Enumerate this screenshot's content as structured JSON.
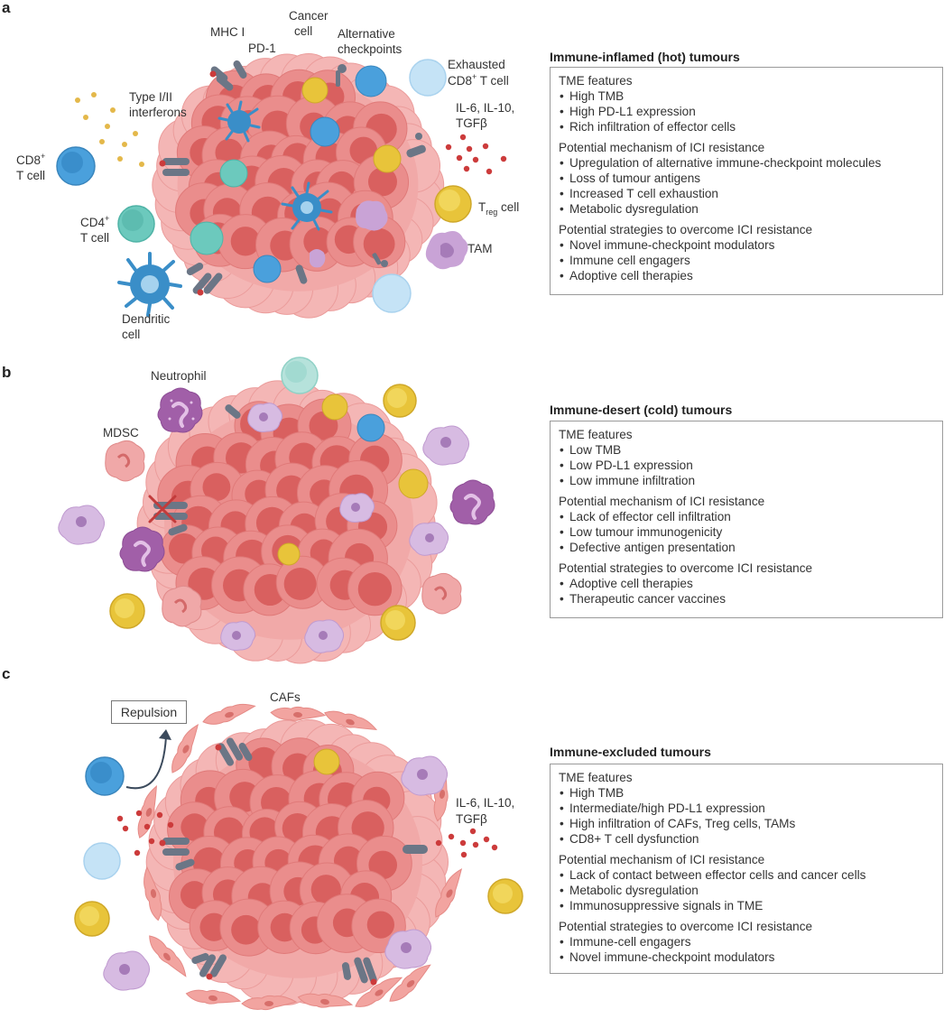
{
  "panels": [
    {
      "letter": "a",
      "title": "Immune-inflamed (hot) tumours",
      "labels": {
        "mhc": "MHC I",
        "pd1": "PD-1",
        "cancer_1": "Cancer",
        "cancer_2": "cell",
        "alt_1": "Alternative",
        "alt_2": "checkpoints",
        "exh_1": "Exhausted",
        "exh_2a": "CD8",
        "exh_sup": "+",
        "exh_2b": " T cell",
        "ifn_1": "Type I/II",
        "ifn_2": "interferons",
        "il_1": "IL-6, IL-10,",
        "il_2": "TGFβ",
        "cd8_a": "CD8",
        "cd8_sup": "+",
        "cd8_2": "T cell",
        "treg_t": "T",
        "treg_sub": "reg",
        "treg_cell": " cell",
        "cd4_a": "CD4",
        "cd4_sup": "+",
        "cd4_2": "T cell",
        "tam": "TAM",
        "dc_1": "Dendritic",
        "dc_2": "cell"
      },
      "groups": [
        {
          "heading": "TME features",
          "items": [
            "High TMB",
            "High PD-L1 expression",
            "Rich infiltration of effector cells"
          ]
        },
        {
          "heading": "Potential mechanism of ICI resistance",
          "items": [
            "Upregulation of alternative immune-checkpoint molecules",
            "Loss of tumour antigens",
            "Increased T cell exhaustion",
            "Metabolic dysregulation"
          ]
        },
        {
          "heading": "Potential strategies to overcome ICI resistance",
          "items": [
            "Novel immune-checkpoint modulators",
            "Immune cell engagers",
            "Adoptive cell therapies"
          ]
        }
      ]
    },
    {
      "letter": "b",
      "title": "Immune-desert (cold) tumours",
      "labels": {
        "neutrophil": "Neutrophil",
        "mdsc": "MDSC"
      },
      "groups": [
        {
          "heading": "TME features",
          "items": [
            "Low TMB",
            "Low PD-L1 expression",
            "Low immune infiltration"
          ]
        },
        {
          "heading": "Potential mechanism of ICI resistance",
          "items": [
            "Lack of effector cell infiltration",
            "Low tumour immunogenicity",
            "Defective antigen presentation"
          ]
        },
        {
          "heading": "Potential strategies to overcome ICI resistance",
          "items": [
            "Adoptive cell therapies",
            " Therapeutic cancer vaccines"
          ]
        }
      ]
    },
    {
      "letter": "c",
      "title": "Immune-excluded tumours",
      "labels": {
        "cafs": "CAFs",
        "repulsion": "Repulsion",
        "il_1": "IL-6, IL-10,",
        "il_2": "TGFβ"
      },
      "groups": [
        {
          "heading": "TME features",
          "items": [
            "High TMB",
            "Intermediate/high PD-L1 expression",
            "High infiltration of CAFs, Treg cells, TAMs",
            "CD8+ T cell dysfunction"
          ]
        },
        {
          "heading": "Potential mechanism of ICI resistance",
          "items": [
            "Lack of contact between effector cells and cancer cells",
            "Metabolic dysregulation",
            "Immunosuppressive signals in TME"
          ]
        },
        {
          "heading": "Potential strategies to overcome ICI resistance",
          "items": [
            "Immune-cell engagers",
            "Novel immune-checkpoint modulators"
          ]
        }
      ]
    }
  ],
  "colors": {
    "tumour_outer": "#f2a7a6",
    "tumour_cell": "#ea8d8c",
    "tumour_nucleus": "#d9605f",
    "cd8": "#4aa0dc",
    "exhausted_cd8": "#c5e3f6",
    "cd4": "#6cc9bd",
    "treg": "#e8c43a",
    "tam": "#c9a3d6",
    "mdsc": "#f0a8a8",
    "dendritic": "#3a8ec8",
    "checkpoint": "#6b7686",
    "cytokine": "#cc3b3b",
    "interferon": "#e4b84a",
    "caf": "#f2a4a0"
  }
}
